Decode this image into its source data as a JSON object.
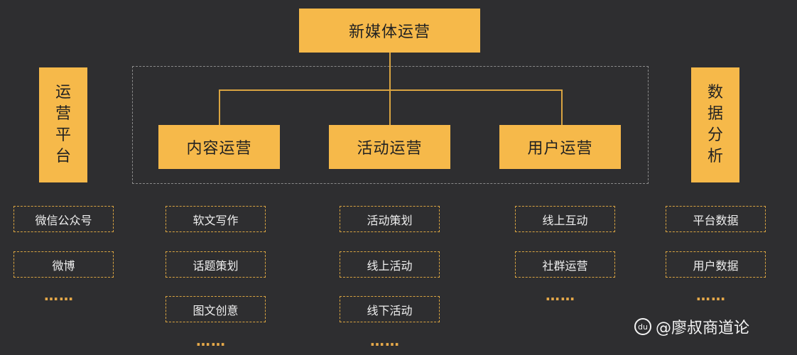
{
  "diagram": {
    "root": "新媒体运营",
    "left_pillar": "运营平台",
    "right_pillar": "数据分析",
    "branches": [
      "内容运营",
      "活动运营",
      "用户运营"
    ],
    "columns": [
      {
        "items": [
          "微信公众号",
          "微博"
        ],
        "ellipsis": "……"
      },
      {
        "items": [
          "软文写作",
          "话题策划",
          "图文创意"
        ],
        "ellipsis": "……"
      },
      {
        "items": [
          "活动策划",
          "线上活动",
          "线下活动"
        ],
        "ellipsis": "……"
      },
      {
        "items": [
          "线上互动",
          "社群运营"
        ],
        "ellipsis": "……"
      },
      {
        "items": [
          "平台数据",
          "用户数据"
        ],
        "ellipsis": "……"
      }
    ]
  },
  "watermark": {
    "logo_text": "du",
    "text": "@廖叔商道论"
  },
  "colors": {
    "background": "#2e2e30",
    "box_fill": "#f6b94a",
    "dashed_border": "#d9a441",
    "frame_border": "#8a8a8a"
  }
}
